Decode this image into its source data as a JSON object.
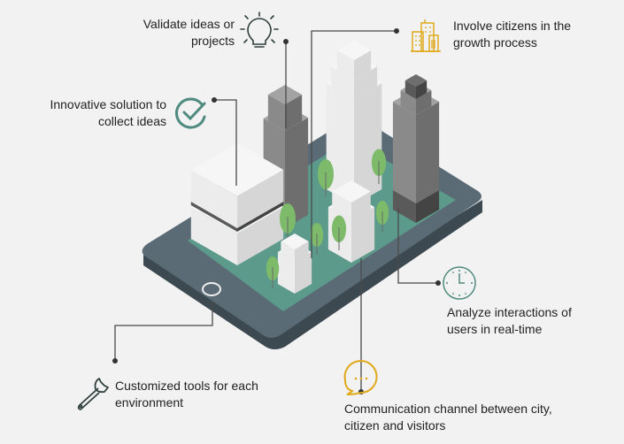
{
  "features": [
    {
      "id": "validate",
      "icon": "lightbulb-icon",
      "lines": [
        "Validate ideas or",
        "projects"
      ]
    },
    {
      "id": "involve",
      "icon": "city-buildings-icon",
      "lines": [
        "Involve citizens in the",
        "growth process"
      ]
    },
    {
      "id": "innovative",
      "icon": "checkmark-circle-icon",
      "lines": [
        "Innovative solution to",
        "collect ideas"
      ]
    },
    {
      "id": "analyze",
      "icon": "clock-icon",
      "lines": [
        "Analyze interactions of",
        "users in real-time"
      ]
    },
    {
      "id": "customized",
      "icon": "wrench-icon",
      "lines": [
        "Customized tools for each",
        "environment"
      ]
    },
    {
      "id": "communication",
      "icon": "speech-bubble-icon",
      "lines": [
        "Communication channel between city,",
        "citizen and visitors"
      ]
    }
  ],
  "colors": {
    "background": "#f2f2f2",
    "teal": "#4f8a7e",
    "gold": "#e0a91c",
    "icon_dark": "#2f3f3c",
    "phone": "#5b6b76",
    "phone_side": "#3c4950",
    "screen": "#5c9a8b",
    "tree": "#7dbb6a"
  }
}
